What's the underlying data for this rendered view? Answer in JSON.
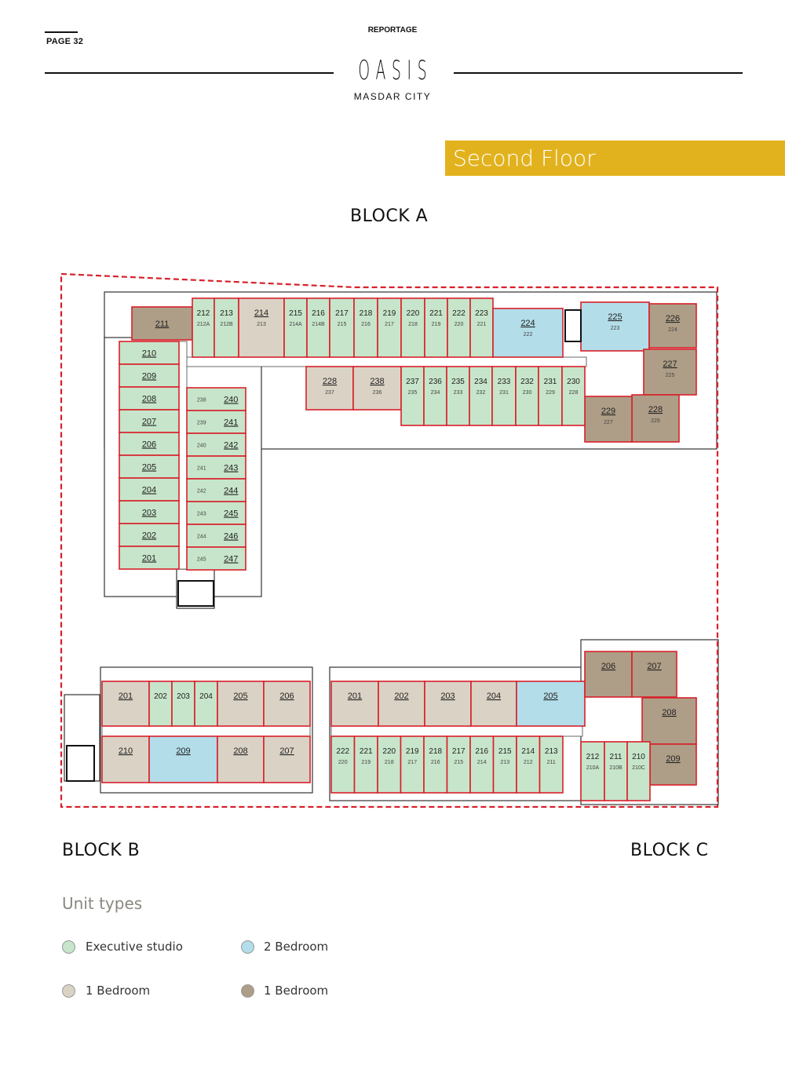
{
  "header": {
    "page": "PAGE 32",
    "section": "REPORTAGE",
    "logo": "OASIS",
    "logo_sub": "MASDAR CITY"
  },
  "floor_title": "Second Floor",
  "colors": {
    "band": "#e2b21e",
    "boundary": "#d8202a",
    "wall": "#222222"
  },
  "unit_types": {
    "studio": "#c7e5ca",
    "one_bed_light": "#dad3c5",
    "two_bed": "#b3dde9",
    "one_bed_dark": "#ae9e87"
  },
  "blocks": {
    "a": {
      "label": "BLOCK A",
      "units": [
        {
          "id": "a211",
          "num": "211",
          "type": "one_bed_dark"
        },
        {
          "id": "a212",
          "num": "212",
          "sub": "212A",
          "type": "studio"
        },
        {
          "id": "a213",
          "num": "213",
          "sub": "212B",
          "type": "studio"
        },
        {
          "id": "a214",
          "num": "214",
          "sub": "213",
          "type": "one_bed_light"
        },
        {
          "id": "a215",
          "num": "215",
          "sub": "214A",
          "type": "studio"
        },
        {
          "id": "a216",
          "num": "216",
          "sub": "214B",
          "type": "studio"
        },
        {
          "id": "a217",
          "num": "217",
          "sub": "215",
          "type": "studio"
        },
        {
          "id": "a218",
          "num": "218",
          "sub": "216",
          "type": "studio"
        },
        {
          "id": "a219",
          "num": "219",
          "sub": "217",
          "type": "studio"
        },
        {
          "id": "a220",
          "num": "220",
          "sub": "218",
          "type": "studio"
        },
        {
          "id": "a221",
          "num": "221",
          "sub": "219",
          "type": "studio"
        },
        {
          "id": "a222",
          "num": "222",
          "sub": "220",
          "type": "studio"
        },
        {
          "id": "a223",
          "num": "223",
          "sub": "221",
          "type": "studio"
        },
        {
          "id": "a224",
          "num": "224",
          "sub": "222",
          "type": "two_bed"
        },
        {
          "id": "a225",
          "num": "225",
          "sub": "223",
          "type": "two_bed"
        },
        {
          "id": "a226",
          "num": "226",
          "sub": "224",
          "type": "one_bed_dark"
        },
        {
          "id": "a227",
          "num": "227",
          "sub": "225",
          "type": "one_bed_dark"
        },
        {
          "id": "a228r",
          "num": "228",
          "sub": "226",
          "type": "one_bed_dark"
        },
        {
          "id": "a229",
          "num": "229",
          "sub": "227",
          "type": "one_bed_dark"
        },
        {
          "id": "a228l",
          "num": "228",
          "sub": "237",
          "type": "one_bed_light"
        },
        {
          "id": "a238",
          "num": "238",
          "sub": "236",
          "type": "one_bed_light"
        },
        {
          "id": "a237",
          "num": "237",
          "sub": "235",
          "type": "studio"
        },
        {
          "id": "a236",
          "num": "236",
          "sub": "234",
          "type": "studio"
        },
        {
          "id": "a235",
          "num": "235",
          "sub": "233",
          "type": "studio"
        },
        {
          "id": "a234",
          "num": "234",
          "sub": "232",
          "type": "studio"
        },
        {
          "id": "a233",
          "num": "233",
          "sub": "231",
          "type": "studio"
        },
        {
          "id": "a232",
          "num": "232",
          "sub": "230",
          "type": "studio"
        },
        {
          "id": "a231",
          "num": "231",
          "sub": "229",
          "type": "studio"
        },
        {
          "id": "a230",
          "num": "230",
          "sub": "228",
          "type": "studio"
        },
        {
          "id": "a210",
          "num": "210",
          "type": "studio"
        },
        {
          "id": "a209",
          "num": "209",
          "type": "studio"
        },
        {
          "id": "a208",
          "num": "208",
          "type": "studio"
        },
        {
          "id": "a207",
          "num": "207",
          "type": "studio"
        },
        {
          "id": "a206",
          "num": "206",
          "type": "studio"
        },
        {
          "id": "a205",
          "num": "205",
          "type": "studio"
        },
        {
          "id": "a204",
          "num": "204",
          "type": "studio"
        },
        {
          "id": "a203",
          "num": "203",
          "type": "studio"
        },
        {
          "id": "a202",
          "num": "202",
          "type": "studio"
        },
        {
          "id": "a201",
          "num": "201",
          "type": "studio"
        },
        {
          "id": "a240",
          "num": "240",
          "sub": "238",
          "type": "studio"
        },
        {
          "id": "a241",
          "num": "241",
          "sub": "239",
          "type": "studio"
        },
        {
          "id": "a242",
          "num": "242",
          "sub": "240",
          "type": "studio"
        },
        {
          "id": "a243",
          "num": "243",
          "sub": "241",
          "type": "studio"
        },
        {
          "id": "a244",
          "num": "244",
          "sub": "242",
          "type": "studio"
        },
        {
          "id": "a245",
          "num": "245",
          "sub": "243",
          "type": "studio"
        },
        {
          "id": "a246",
          "num": "246",
          "sub": "244",
          "type": "studio"
        },
        {
          "id": "a247",
          "num": "247",
          "sub": "245",
          "type": "studio"
        }
      ]
    },
    "b": {
      "label": "BLOCK B",
      "units": [
        {
          "id": "b201",
          "num": "201",
          "type": "one_bed_light"
        },
        {
          "id": "b202",
          "num": "202",
          "type": "studio"
        },
        {
          "id": "b203",
          "num": "203",
          "type": "studio"
        },
        {
          "id": "b204",
          "num": "204",
          "type": "studio"
        },
        {
          "id": "b205",
          "num": "205",
          "type": "one_bed_light"
        },
        {
          "id": "b206",
          "num": "206",
          "type": "one_bed_light"
        },
        {
          "id": "b210",
          "num": "210",
          "type": "one_bed_light"
        },
        {
          "id": "b209",
          "num": "209",
          "type": "two_bed"
        },
        {
          "id": "b208",
          "num": "208",
          "type": "one_bed_light"
        },
        {
          "id": "b207",
          "num": "207",
          "type": "one_bed_light"
        }
      ]
    },
    "c": {
      "label": "BLOCK C",
      "units": [
        {
          "id": "c201",
          "num": "201",
          "type": "one_bed_light"
        },
        {
          "id": "c202",
          "num": "202",
          "type": "one_bed_light"
        },
        {
          "id": "c203",
          "num": "203",
          "type": "one_bed_light"
        },
        {
          "id": "c204",
          "num": "204",
          "type": "one_bed_light"
        },
        {
          "id": "c205",
          "num": "205",
          "type": "two_bed"
        },
        {
          "id": "c206",
          "num": "206",
          "type": "one_bed_dark"
        },
        {
          "id": "c207",
          "num": "207",
          "type": "one_bed_dark"
        },
        {
          "id": "c208",
          "num": "208",
          "type": "one_bed_dark"
        },
        {
          "id": "c209",
          "num": "209",
          "type": "one_bed_dark"
        },
        {
          "id": "c222",
          "num": "222",
          "sub": "220",
          "type": "studio"
        },
        {
          "id": "c221",
          "num": "221",
          "sub": "219",
          "type": "studio"
        },
        {
          "id": "c220",
          "num": "220",
          "sub": "218",
          "type": "studio"
        },
        {
          "id": "c219",
          "num": "219",
          "sub": "217",
          "type": "studio"
        },
        {
          "id": "c218",
          "num": "218",
          "sub": "216",
          "type": "studio"
        },
        {
          "id": "c217",
          "num": "217",
          "sub": "215",
          "type": "studio"
        },
        {
          "id": "c216",
          "num": "216",
          "sub": "214",
          "type": "studio"
        },
        {
          "id": "c215",
          "num": "215",
          "sub": "213",
          "type": "studio"
        },
        {
          "id": "c214",
          "num": "214",
          "sub": "212",
          "type": "studio"
        },
        {
          "id": "c213",
          "num": "213",
          "sub": "211",
          "type": "studio"
        },
        {
          "id": "c212",
          "num": "212",
          "sub": "210A",
          "type": "studio"
        },
        {
          "id": "c211",
          "num": "211",
          "sub": "210B",
          "type": "studio"
        },
        {
          "id": "c210",
          "num": "210",
          "sub": "210C",
          "type": "studio"
        }
      ]
    }
  },
  "legend": {
    "title": "Unit types",
    "items": [
      {
        "label": "Executive studio",
        "type": "studio"
      },
      {
        "label": "2 Bedroom",
        "type": "two_bed"
      },
      {
        "label": "1 Bedroom",
        "type": "one_bed_light"
      },
      {
        "label": "1 Bedroom",
        "type": "one_bed_dark"
      }
    ]
  }
}
